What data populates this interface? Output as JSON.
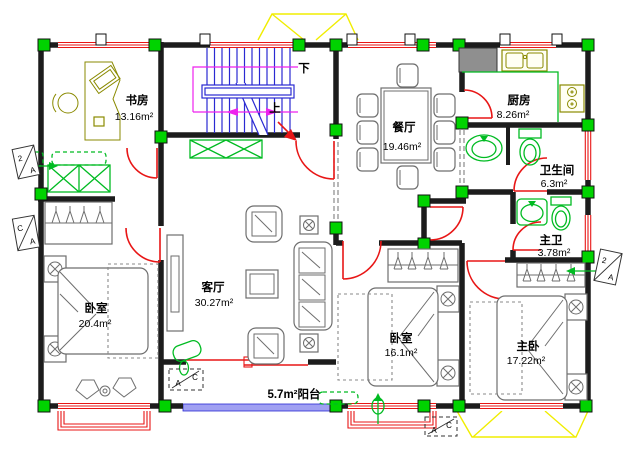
{
  "plan": {
    "rooms": {
      "study": {
        "name": "书房",
        "area": "13.16m²"
      },
      "dining": {
        "name": "餐厅",
        "area": "19.46m²"
      },
      "kitchen": {
        "name": "厨房",
        "area": "8.26m²"
      },
      "bathroom": {
        "name": "卫生间",
        "area": "6.3m²"
      },
      "master_bath": {
        "name": "主卫",
        "area": "3.78m²"
      },
      "living": {
        "name": "客厅",
        "area": "30.27m²"
      },
      "bedroom_west": {
        "name": "卧室",
        "area": "20.4m²"
      },
      "bedroom_middle": {
        "name": "卧室",
        "area": "16.1m²"
      },
      "master_bedroom": {
        "name": "主卧",
        "area": "17.22m²"
      }
    },
    "balcony_label": "5.7m²阳台",
    "stairs": {
      "down_label": "下",
      "up_label": "上"
    },
    "markers": {
      "section_west_upper": {
        "top": "2",
        "bottom": "A"
      },
      "section_west_lower": {
        "top": "C",
        "bottom": "A"
      },
      "section_east": {
        "top": "2",
        "bottom": "A"
      },
      "ac_balcony": {
        "left": "A",
        "right": "C"
      },
      "ac_southeast": {
        "left": "A",
        "right": "C"
      }
    },
    "colors": {
      "wall": "#1c1c1c",
      "column": "#00d300",
      "window": "#e81616",
      "stairs": "#2a2ad2",
      "balcony": "#a0a0f2",
      "guide": "#ee22ee",
      "canopy": "#f0ed00",
      "fixture": "#00bb22",
      "wood": "#8a8a00"
    }
  }
}
